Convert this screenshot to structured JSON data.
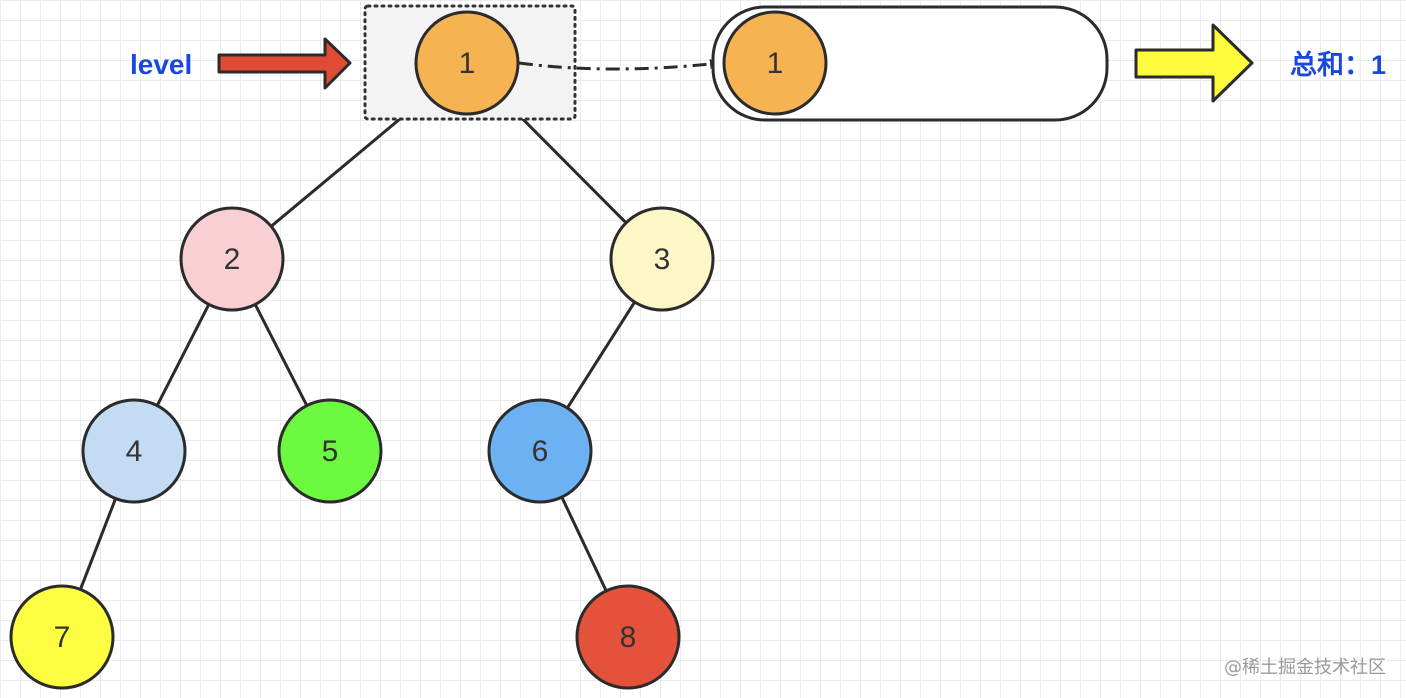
{
  "diagram": {
    "level_label": "level",
    "sum_label": "总和：1",
    "watermark": "@稀土掘金技术社区",
    "queue": {
      "items": [
        "1"
      ],
      "item_color": "#f5b352"
    },
    "nodes": [
      {
        "id": "n1",
        "label": "1",
        "color": "#f5b352"
      },
      {
        "id": "n2",
        "label": "2",
        "color": "#f8cfd3"
      },
      {
        "id": "n3",
        "label": "3",
        "color": "#fdf6c6"
      },
      {
        "id": "n4",
        "label": "4",
        "color": "#c3dcf4"
      },
      {
        "id": "n5",
        "label": "5",
        "color": "#6bfa3f"
      },
      {
        "id": "n6",
        "label": "6",
        "color": "#6cb1f1"
      },
      {
        "id": "n7",
        "label": "7",
        "color": "#fdfd41"
      },
      {
        "id": "n8",
        "label": "8",
        "color": "#e5523b"
      }
    ],
    "edges": [
      [
        "n1",
        "n2"
      ],
      [
        "n1",
        "n3"
      ],
      [
        "n2",
        "n4"
      ],
      [
        "n2",
        "n5"
      ],
      [
        "n3",
        "n6"
      ],
      [
        "n4",
        "n7"
      ],
      [
        "n6",
        "n8"
      ]
    ],
    "colors": {
      "red_arrow": "#e04b35",
      "yellow_arrow": "#fcfc3c",
      "label_blue": "#1a47e0",
      "stroke": "#2b2b2b"
    }
  }
}
